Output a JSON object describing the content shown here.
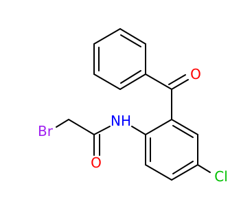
{
  "structure": {
    "atoms": [
      {
        "id": "O_ketone",
        "label": "O",
        "color": "#ff0000"
      },
      {
        "id": "N_amide",
        "label": "NH",
        "color": "#0000ff"
      },
      {
        "id": "Br",
        "label": "Br",
        "color": "#a020f0"
      },
      {
        "id": "O_amide",
        "label": "O",
        "color": "#ff0000"
      },
      {
        "id": "Cl",
        "label": "Cl",
        "color": "#00c000"
      }
    ],
    "bond_color": "#000000"
  }
}
